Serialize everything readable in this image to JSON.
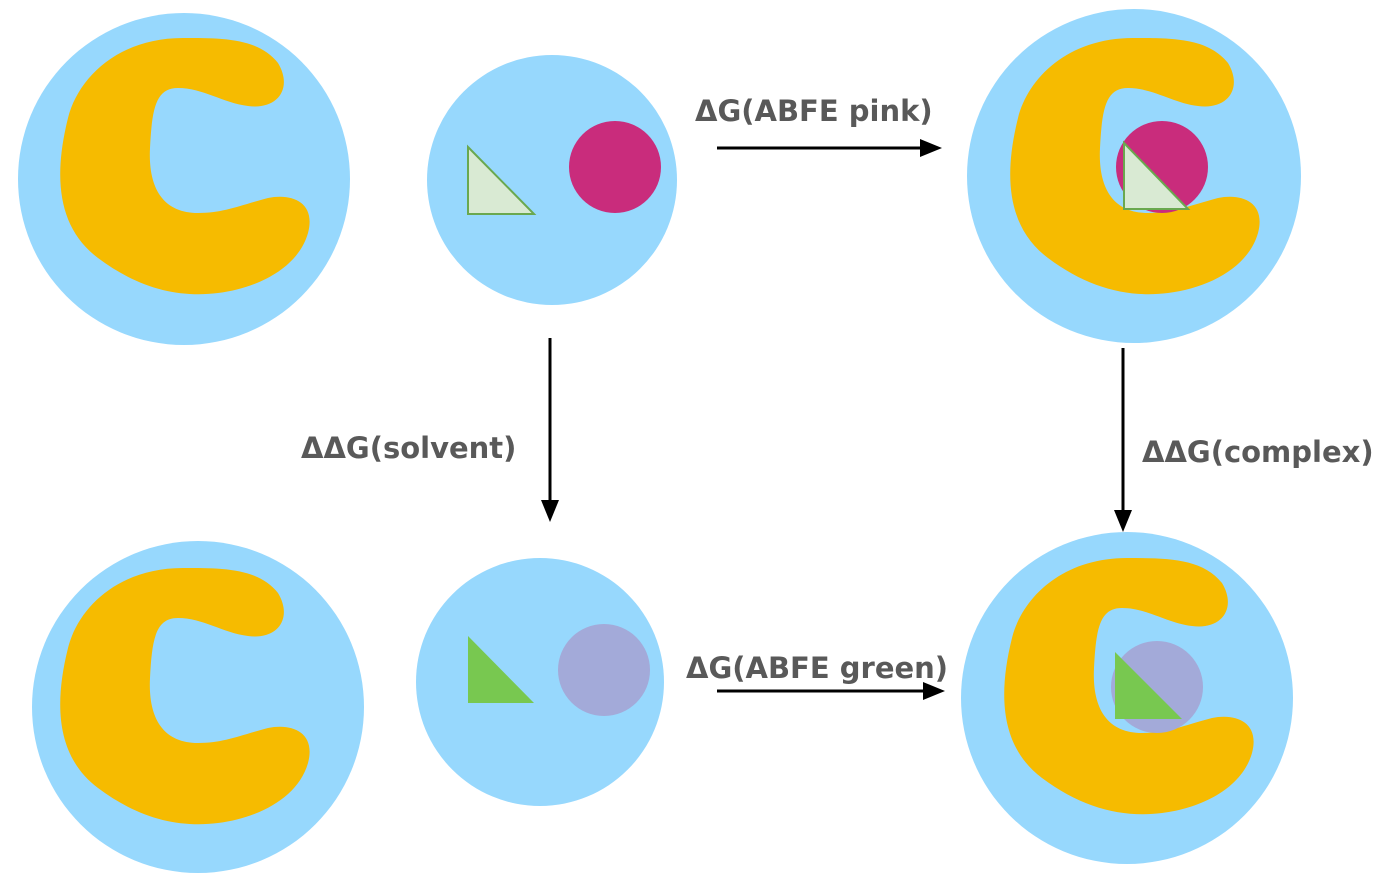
{
  "colors": {
    "solvent": "#97d8fd",
    "protein": "#f6bb00",
    "ligand_pink": "#c92c7c",
    "ligand_pink_dummy": "#a3aad9",
    "ligand_green_dummy": "#d9ead3",
    "ligand_green": "#78c850",
    "triangle_edge": "#6aa84f",
    "arrow": "#000000",
    "label": "#595959"
  },
  "labels": {
    "abfe_pink": "ΔG(ABFE pink)",
    "abfe_green": "ΔG(ABFE green)",
    "ddg_solvent": "ΔΔG(solvent)",
    "ddg_complex": "ΔΔG(complex)"
  }
}
